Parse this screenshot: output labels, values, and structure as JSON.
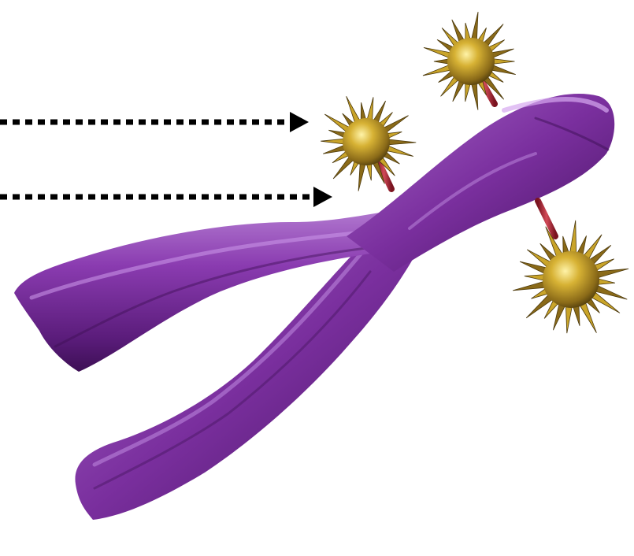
{
  "figure": {
    "subject": "chromosome-with-spiky-markers",
    "colors": {
      "background": "#ffffff",
      "chromatid": "#7a2f9e",
      "chromatid_dark": "#4b1766",
      "chromatid_light": "#b27ad0",
      "marker_gold": "#c9a429",
      "marker_gold_dark": "#5e4a12",
      "stalk": "#b8323f",
      "arrow": "#000000"
    },
    "arrows": [
      {
        "name": "upper-pointer-arrow",
        "style": "dotted"
      },
      {
        "name": "lower-pointer-arrow",
        "style": "dotted"
      }
    ],
    "markers": [
      {
        "name": "top-marker",
        "icon": "spiky-ball-icon"
      },
      {
        "name": "middle-marker",
        "icon": "spiky-ball-icon"
      },
      {
        "name": "right-marker",
        "icon": "spiky-ball-icon"
      }
    ]
  }
}
